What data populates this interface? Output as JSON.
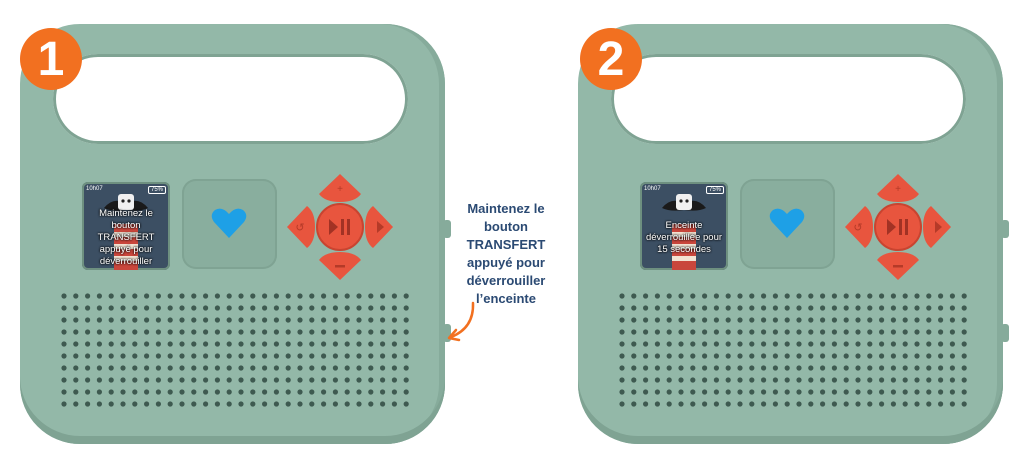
{
  "steps": [
    {
      "number": "1",
      "screen": {
        "time": "10h07",
        "battery": "75%",
        "text": "Maintenez le bouton TRANSFERT appuyé pour déverrouiller"
      }
    },
    {
      "number": "2",
      "screen": {
        "time": "10h07",
        "battery": "75%",
        "text": "Enceinte déverrouillée pour 15 secondes"
      }
    }
  ],
  "instruction": "Maintenez le bouton TRANSFERT appuyé pour déverrouiller l’enceinte",
  "colors": {
    "device_body": "#93b8a8",
    "badge": "#f27020",
    "heart": "#1ea0e6",
    "controls": "#e8553e",
    "instruction_text": "#2b4a73",
    "arrow": "#f27020"
  },
  "icons": [
    "heart-icon",
    "play-pause-icon",
    "plus-icon",
    "minus-icon",
    "back-icon",
    "forward-icon",
    "arrow-icon"
  ]
}
